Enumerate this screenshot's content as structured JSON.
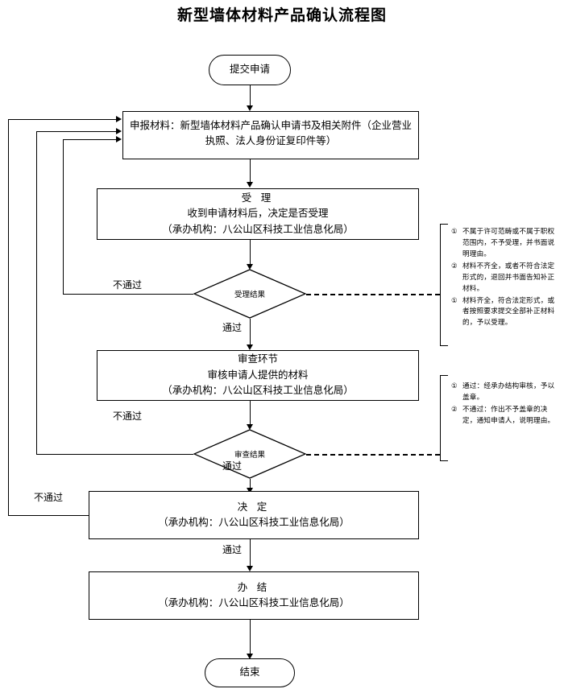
{
  "title": "新型墙体材料产品确认流程图",
  "nodes": {
    "start": {
      "label": "提交申请"
    },
    "apply": {
      "line1": "申报材料：新型墙体材料产品确认申请书及相关附件（企业营业",
      "line2": "执照、法人身份证复印件等）"
    },
    "accept": {
      "heading": "受 理",
      "line1": "收到申请材料后，决定是否受理",
      "line2": "（承办机构：八公山区科技工业信息化局）"
    },
    "accept_decision": {
      "label": "受理结果"
    },
    "review": {
      "heading": "审查环节",
      "line1": "审核申请人提供的材料",
      "line2": "（承办机构：八公山区科技工业信息化局）"
    },
    "review_decision": {
      "label": "审查结果"
    },
    "decide": {
      "heading": "决 定",
      "line1": "（承办机构：八公山区科技工业信息化局）"
    },
    "finish": {
      "heading": "办 结",
      "line1": "（承办机构：八公山区科技工业信息化局）"
    },
    "end": {
      "label": "结束"
    }
  },
  "edge_labels": {
    "accept_fail": "不通过",
    "accept_pass": "通过",
    "review_fail": "不通过",
    "review_pass": "通过",
    "decide_fail": "不通过",
    "decide_pass": "通过"
  },
  "notes": {
    "accept_group": [
      {
        "num": "①",
        "text": "不属于许可范畴或不属于职权范围内，不予受理，并书面说明理由。"
      },
      {
        "num": "②",
        "text": "材料不齐全，或者不符合法定形式的，退回并书面告知补正材料。"
      },
      {
        "num": "①",
        "text": "材料齐全，符合法定形式，或者按照要求提交全部补正材料的，予以受理。"
      }
    ],
    "review_group": [
      {
        "num": "①",
        "text": "通过：经承办结构审核，予以盖章。"
      },
      {
        "num": "②",
        "text": "不通过：作出不予盖章的决定，通知申请人，说明理由。"
      }
    ]
  },
  "colors": {
    "stroke": "#000000",
    "background": "#ffffff"
  }
}
